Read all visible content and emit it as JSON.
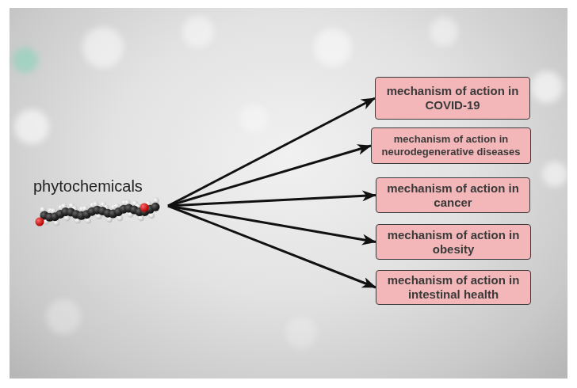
{
  "diagram": {
    "nodes": [
      {
        "text": [
          "phytochemicals"
        ]
      },
      {
        "text": [
          "mechanism of action in COVID-19"
        ]
      },
      {
        "text": [
          "mechanism of action in neurodegenerative diseases"
        ]
      },
      {
        "text": [
          "mechanism of action in cancer"
        ]
      },
      {
        "text": [
          "mechanism of action in obesity"
        ]
      },
      {
        "text": [
          "mechanism of action in intestinal health"
        ]
      }
    ],
    "edges": [
      {
        "from": 0,
        "to": 1,
        "arrow": "to"
      },
      {
        "from": 0,
        "to": 2,
        "arrow": "to"
      },
      {
        "from": 0,
        "to": 3,
        "arrow": "to"
      },
      {
        "from": 0,
        "to": 4,
        "arrow": "to"
      },
      {
        "from": 0,
        "to": 5,
        "arrow": "to"
      }
    ]
  }
}
